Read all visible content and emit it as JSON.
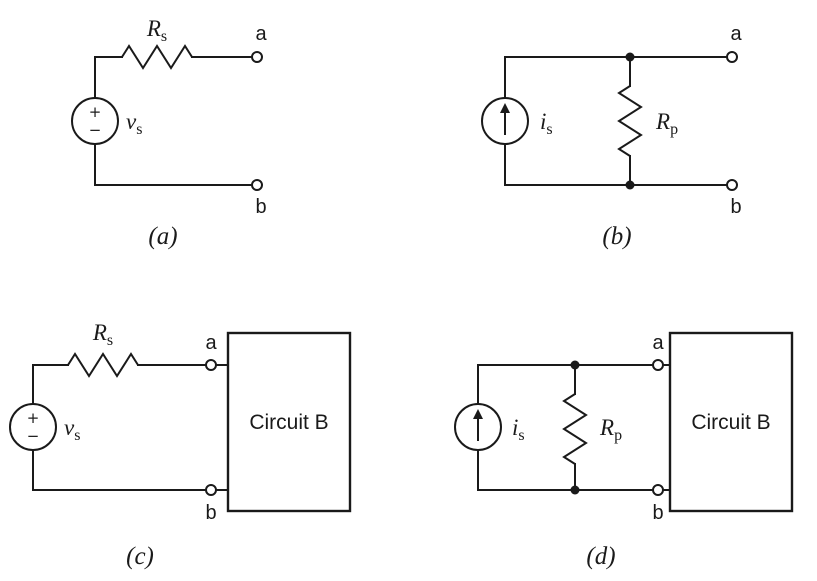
{
  "colors": {
    "line": "#1a1a1a",
    "background": "#ffffff"
  },
  "symbols": {
    "plus": "+",
    "minus": "−"
  },
  "panels": {
    "a": {
      "caption": "(a)",
      "terminal_top": "a",
      "terminal_bottom": "b",
      "resistor": {
        "main": "R",
        "sub": "s"
      },
      "source": {
        "main": "v",
        "sub": "s"
      }
    },
    "b": {
      "caption": "(b)",
      "terminal_top": "a",
      "terminal_bottom": "b",
      "resistor": {
        "main": "R",
        "sub": "p"
      },
      "source": {
        "main": "i",
        "sub": "s"
      }
    },
    "c": {
      "caption": "(c)",
      "terminal_top": "a",
      "terminal_bottom": "b",
      "resistor": {
        "main": "R",
        "sub": "s"
      },
      "source": {
        "main": "v",
        "sub": "s"
      },
      "box_label": "Circuit B"
    },
    "d": {
      "caption": "(d)",
      "terminal_top": "a",
      "terminal_bottom": "b",
      "resistor": {
        "main": "R",
        "sub": "p"
      },
      "source": {
        "main": "i",
        "sub": "s"
      },
      "box_label": "Circuit B"
    }
  }
}
